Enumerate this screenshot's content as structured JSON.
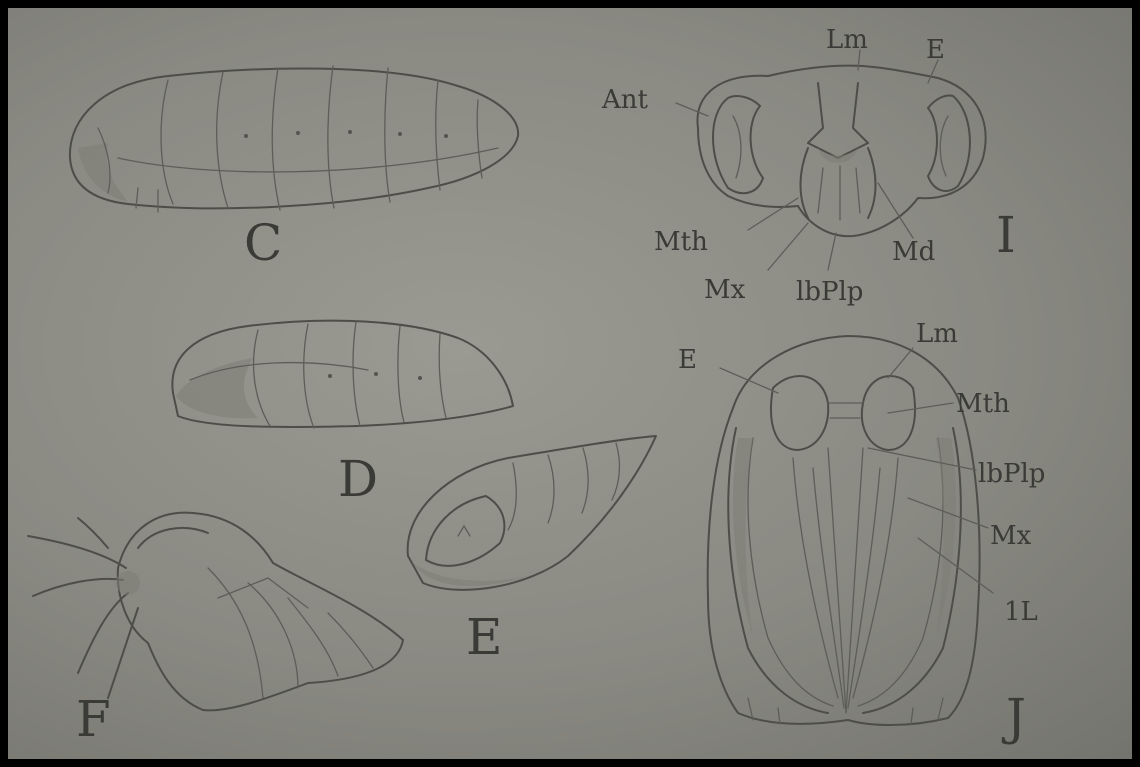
{
  "figures": {
    "C": "C",
    "D": "D",
    "E": "E",
    "F": "F",
    "I": "I",
    "J": "J"
  },
  "head_I": {
    "ant": "Ant",
    "lm": "Lm",
    "e": "E",
    "mth": "Mth",
    "md": "Md",
    "mx": "Mx",
    "lbplp": "lbPlp"
  },
  "pupa_J": {
    "e": "E",
    "lm": "Lm",
    "mth": "Mth",
    "lbplp": "lbPlp",
    "mx": "Mx",
    "l1": "1L"
  },
  "colors": {
    "paper": "#8a8a83",
    "ink": "#4e4e48",
    "border": "#000000"
  }
}
